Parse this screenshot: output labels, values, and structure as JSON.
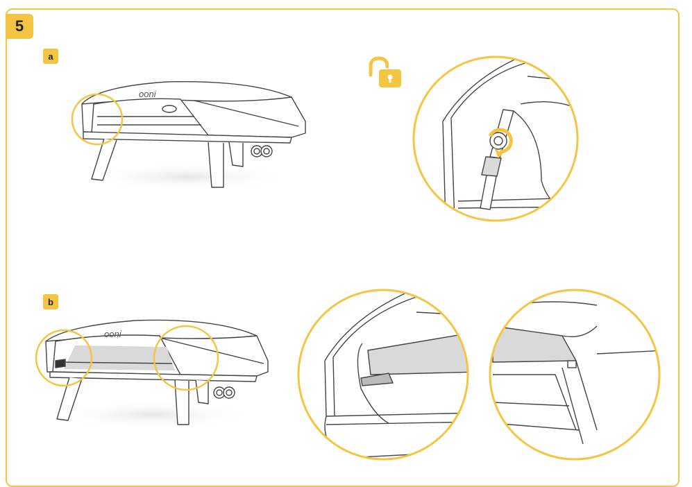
{
  "step": {
    "number": "5"
  },
  "sections": [
    {
      "id": "a",
      "label": "a"
    },
    {
      "id": "b",
      "label": "b"
    }
  ],
  "logo": {
    "text": "ooni"
  },
  "icons": {
    "unlock": "unlock-icon",
    "rotate": "rotate-arrow-icon"
  },
  "colors": {
    "accent": "#f4c542",
    "line": "#444444",
    "shade": "#d9d9d9"
  }
}
